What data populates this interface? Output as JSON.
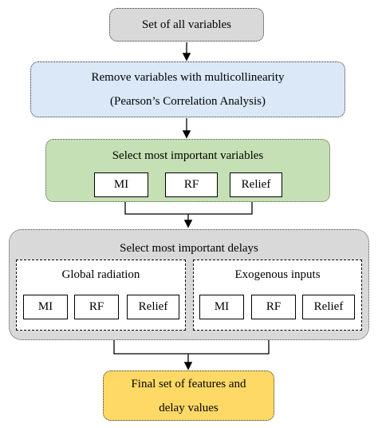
{
  "nodes": {
    "set_all": "Set of all variables",
    "remove_line1": "Remove variables with multicollinearity",
    "remove_line2": "(Pearson’s Correlation Analysis)",
    "select_vars": "Select most important variables",
    "select_delays": "Select most important delays",
    "global_radiation": "Global radiation",
    "exogenous_inputs": "Exogenous inputs",
    "final_line1": "Final set of features and",
    "final_line2": "delay values"
  },
  "methods": {
    "mi": "MI",
    "rf": "RF",
    "relief": "Relief"
  },
  "colors": {
    "gray": "#d9d9d9",
    "blue": "#dae8f7",
    "green": "#c5e0b4",
    "yellow": "#ffd966",
    "border": "#333333"
  }
}
